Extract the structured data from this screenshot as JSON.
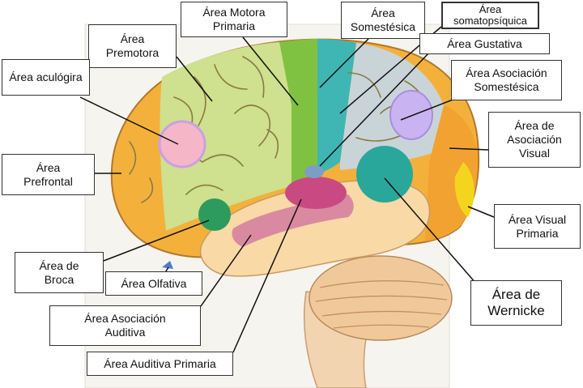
{
  "labels": {
    "premotora": "Área\nPremotora",
    "motora": "Área Motora\nPrimaria",
    "somestesica": "Área\nSomestésica",
    "somatopsiquica": "Área\nsomatopsíquica",
    "gustativa": "Área Gustativa",
    "asoc_somestesica": "Área Asociación\nSomestésica",
    "aculogira": "Área aculógira",
    "asoc_visual": "Área de\nAsociación\nVisual",
    "prefrontal": "Área\nPrefrontal",
    "visual_primaria": "Área Visual\nPrimaria",
    "broca": "Área de\nBroca",
    "olfativa": "Área Olfativa",
    "wernicke": "Área de\nWernicke",
    "asoc_auditiva": "Área Asociación\nAuditiva",
    "auditiva_primaria": "Área Auditiva Primaria"
  },
  "colors": {
    "frontal_orange": "#f3b13c",
    "premotor_green": "#cfe08e",
    "motor_green": "#7fc241",
    "somatosensory_teal": "#3fb6b3",
    "parietal_gray": "#c9d4d8",
    "occipital_orange": "#f2a230",
    "visual_yellow": "#f4d51e",
    "temporal_peach": "#f9d9a6",
    "auditory_pink": "#d98aa0",
    "broca_green": "#2c9b5d",
    "wernicke_teal": "#2aa79b",
    "aculogira_pink": "#f5b7c7",
    "assoc_lavender": "#c9b3f0",
    "cerebellum": "#f0c99a",
    "brainstem": "#f3d4b0"
  }
}
